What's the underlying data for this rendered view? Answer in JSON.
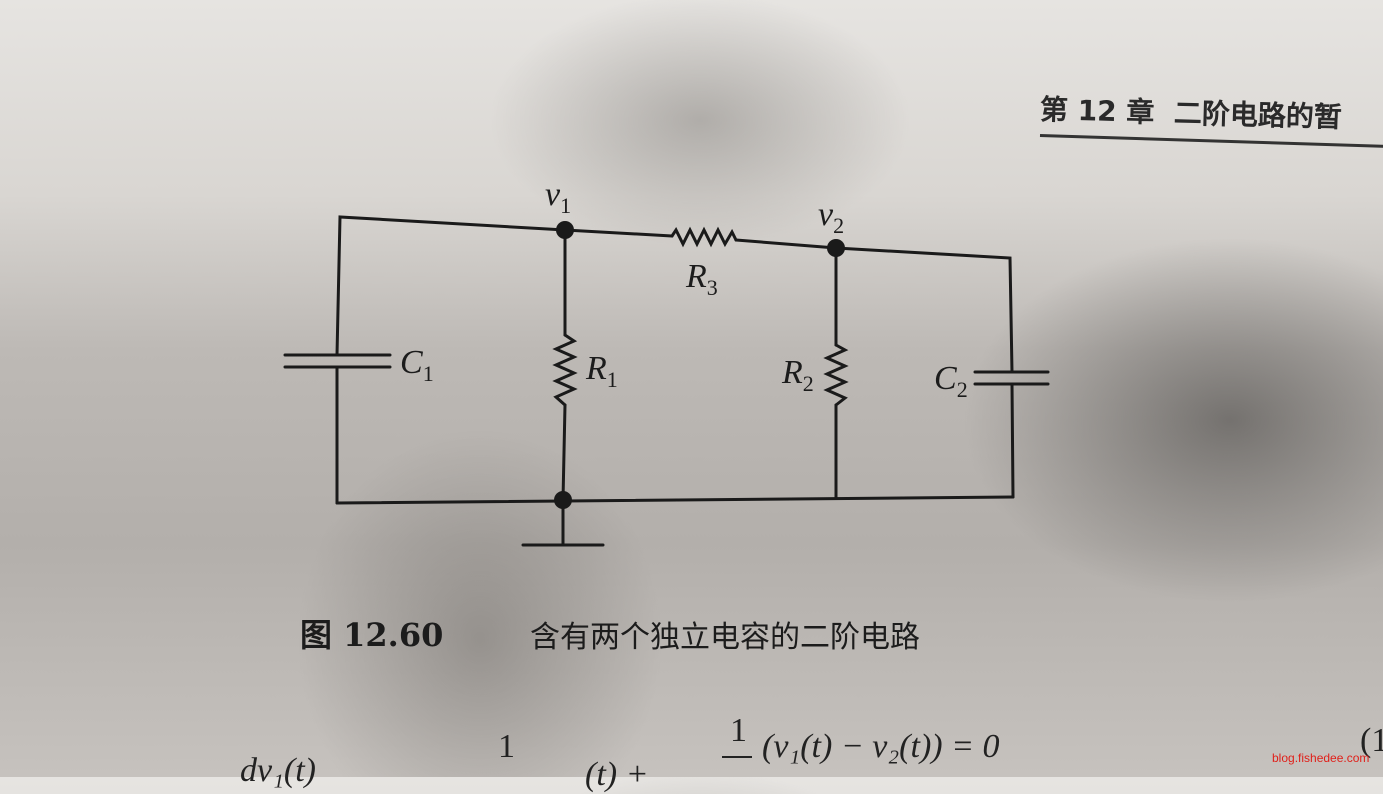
{
  "header": {
    "chapter": "第 12 章",
    "title": "二阶电路的暂"
  },
  "nodes": {
    "v1": {
      "base": "v",
      "sub": "1"
    },
    "v2": {
      "base": "v",
      "sub": "2"
    }
  },
  "components": {
    "C1": {
      "base": "C",
      "sub": "1"
    },
    "C2": {
      "base": "C",
      "sub": "2"
    },
    "R1": {
      "base": "R",
      "sub": "1"
    },
    "R2": {
      "base": "R",
      "sub": "2"
    },
    "R3": {
      "base": "R",
      "sub": "3"
    }
  },
  "caption": {
    "number": "图 12.60",
    "text": "含有两个独立电容的二阶电路"
  },
  "equation": {
    "left": "dv₁(t)",
    "one_a": "1",
    "mid": "(t) +",
    "frac_num": "1",
    "right": "(v₁(t) − v₂(t)) = 0",
    "eq_number": "(1"
  },
  "watermark": "blog.fishedee.com"
}
